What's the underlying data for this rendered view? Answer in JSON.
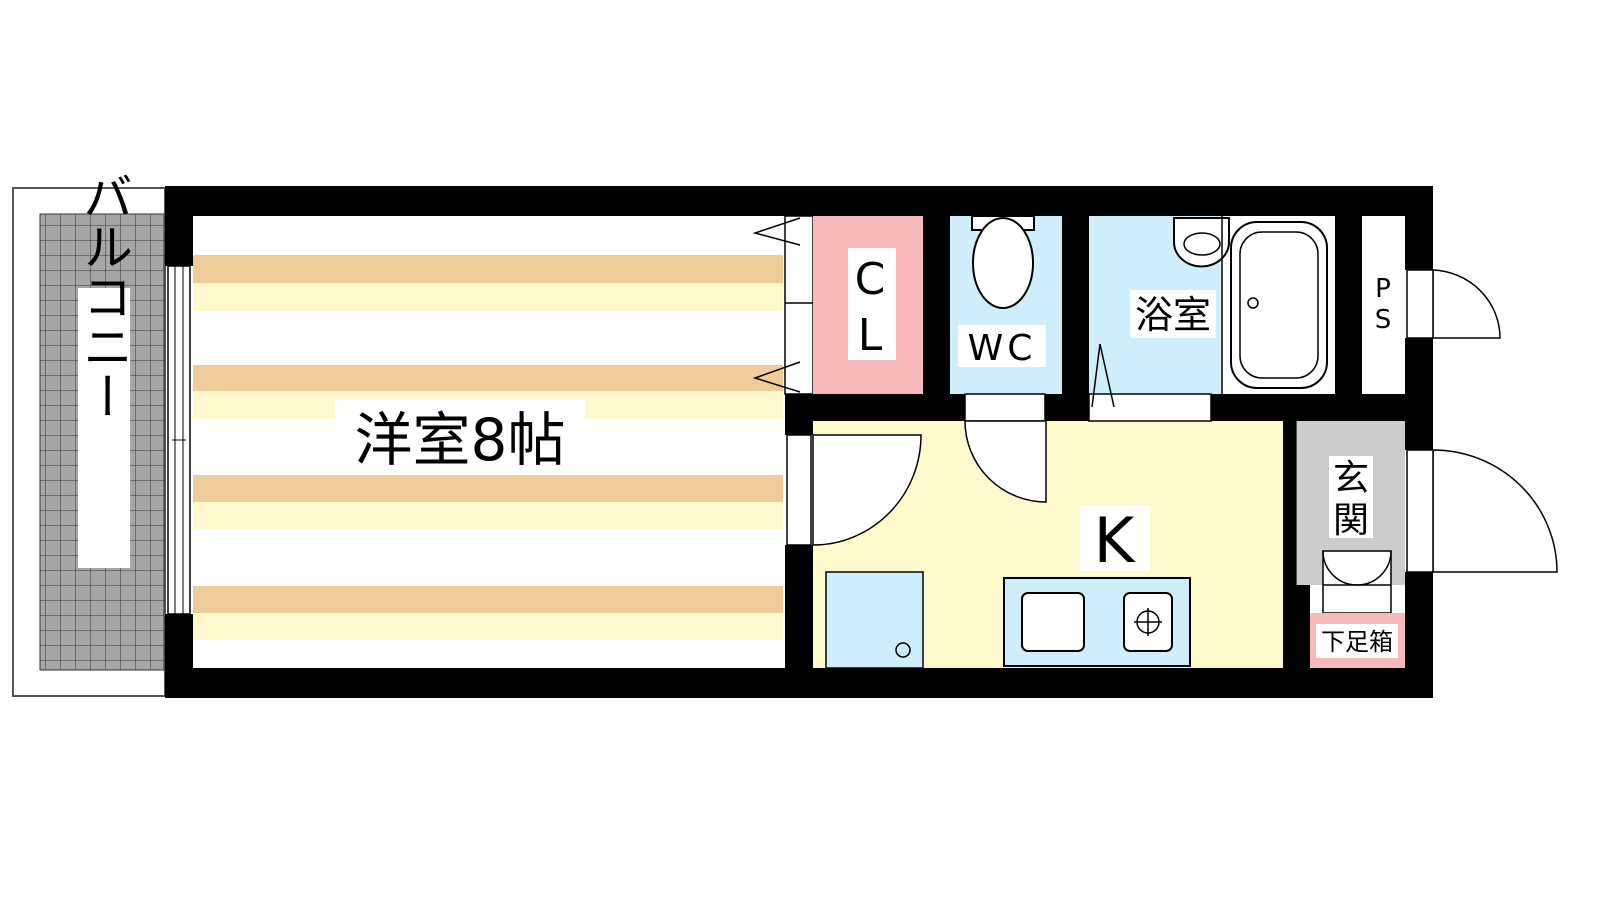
{
  "rooms": {
    "western": "洋室8帖",
    "balcony": "バルコニー",
    "closet_c": "C",
    "closet_l": "L",
    "wc": "WC",
    "bath": "浴室",
    "ps_p": "P",
    "ps_s": "S",
    "kitchen": "K",
    "entrance_1": "玄",
    "entrance_2": "関",
    "shoebox": "下足箱"
  },
  "colors": {
    "wall": "#000000",
    "floor_stripe": "#f0cc99",
    "floor_light": "#fff8cc",
    "kitchen_floor": "#fffacd",
    "wet_area": "#cdeefa",
    "closet": "#f7b9ba",
    "entrance": "#cccccc",
    "balcony_tile": "#a6a6a6"
  }
}
